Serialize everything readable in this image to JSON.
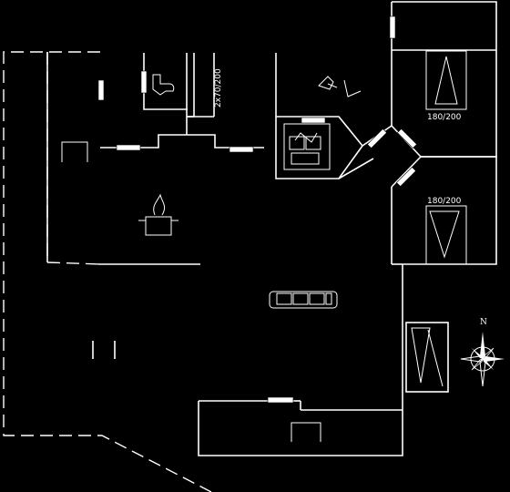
{
  "plan": {
    "labels": {
      "bed_top": "180/200",
      "bed_mid": "180/200",
      "bunk": "2x70/200"
    },
    "compass": {
      "north": "N"
    }
  }
}
